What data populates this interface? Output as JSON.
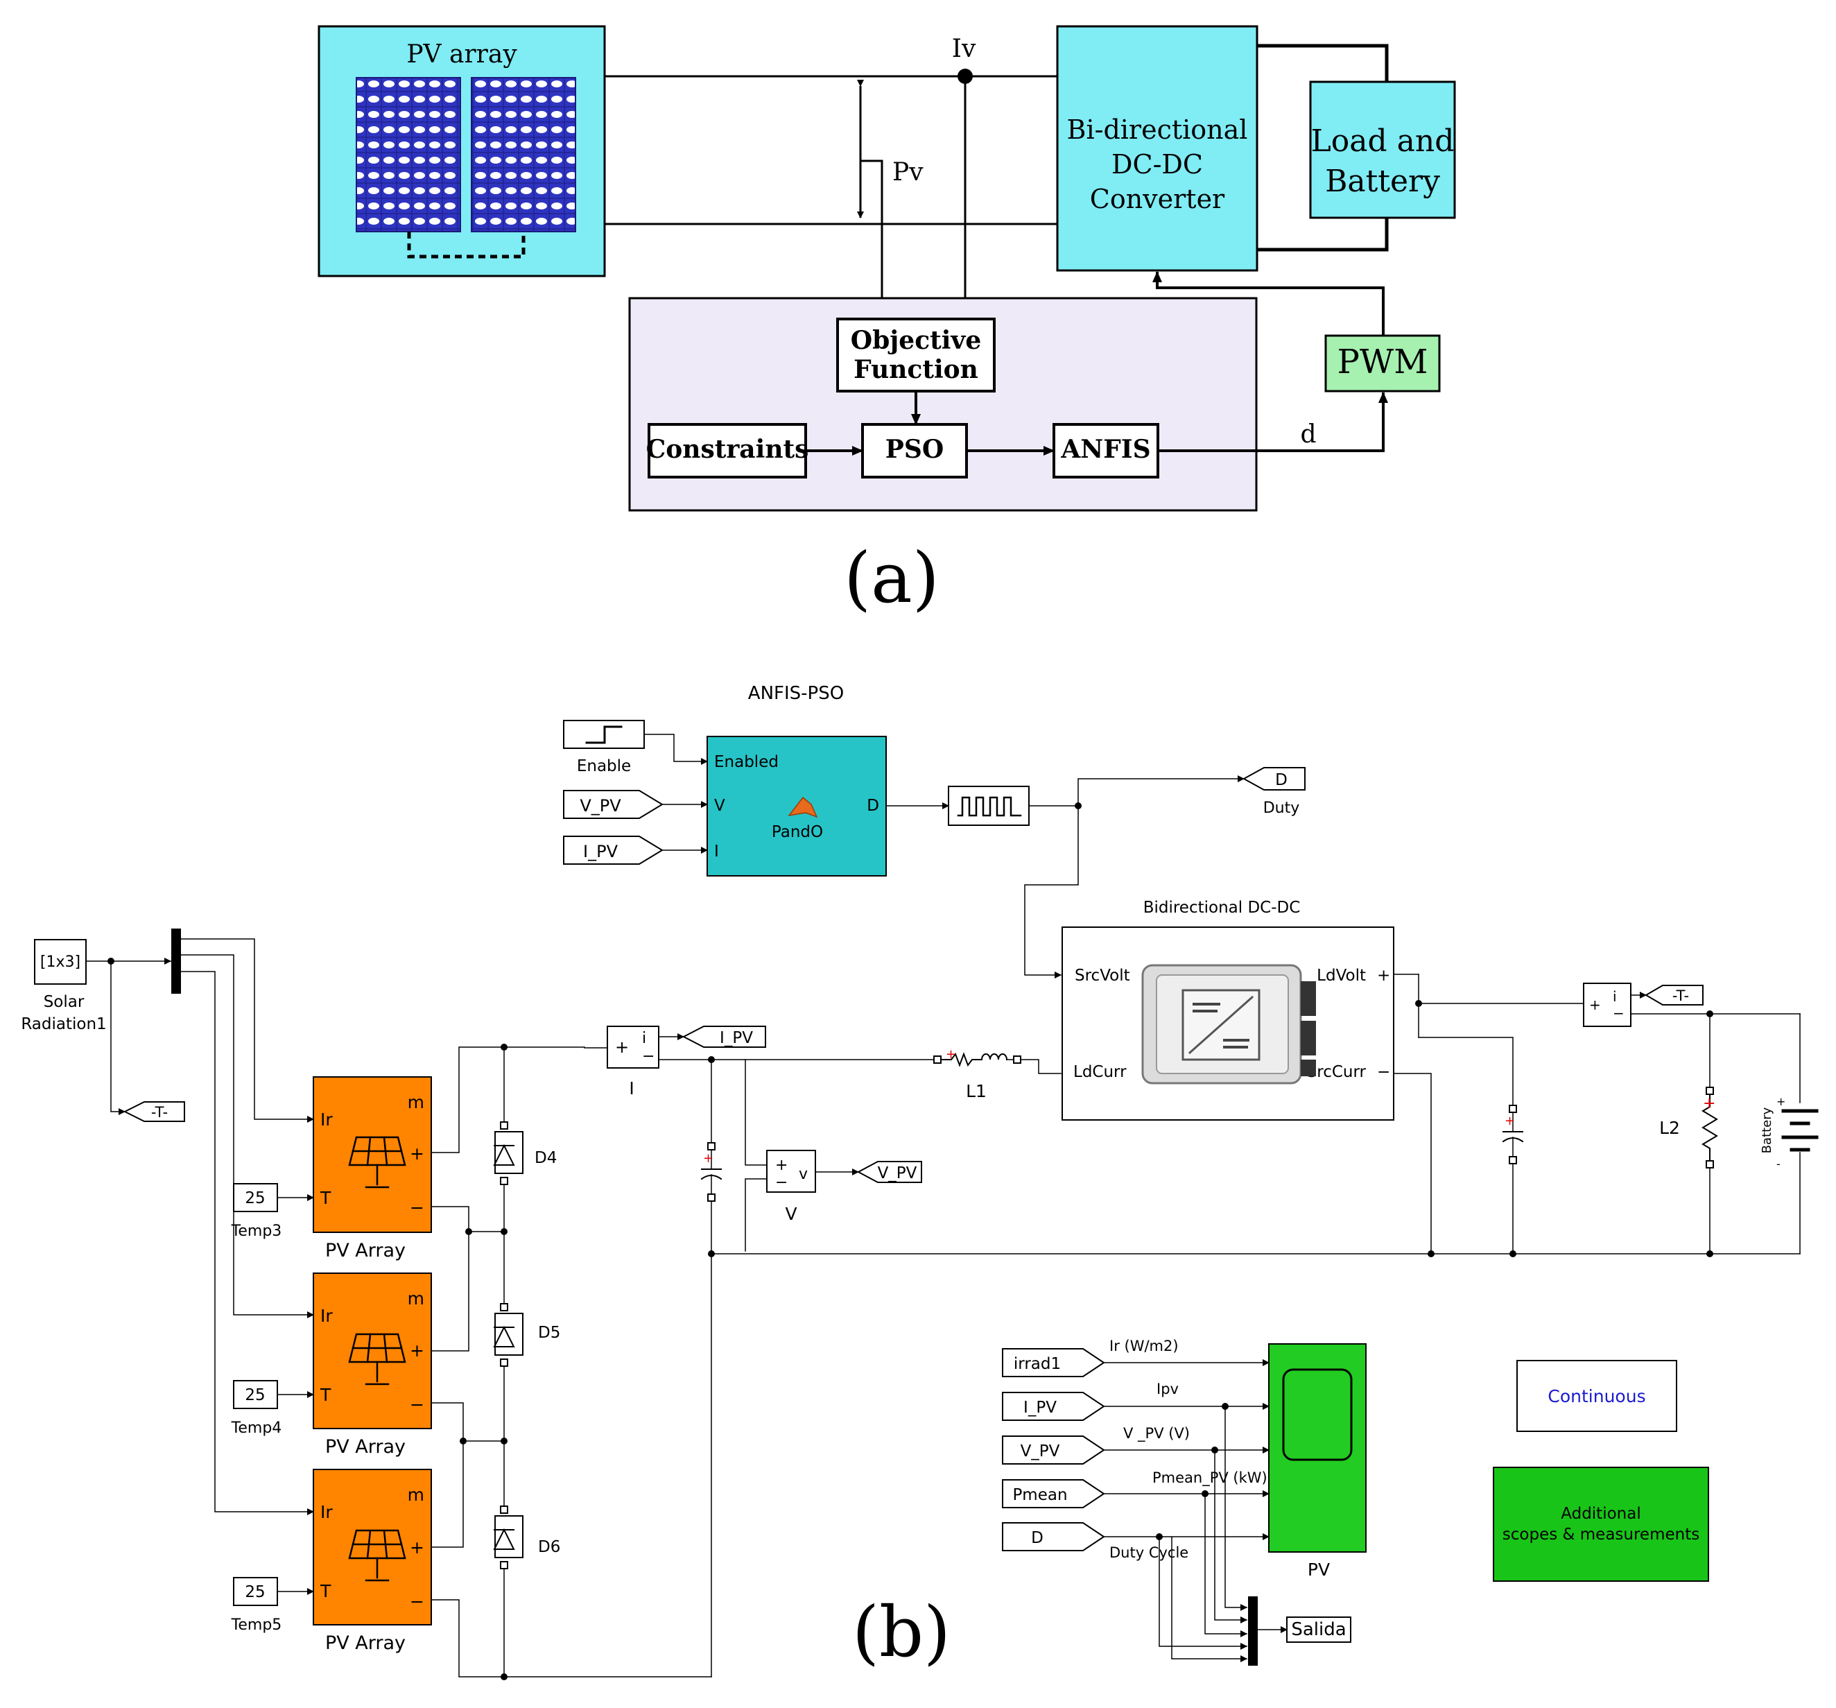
{
  "panel_a": {
    "caption": "(a)",
    "pv_array_label": "PV array",
    "iv_label": "Iv",
    "pv_label": "Pv",
    "converter_line1": "Bi-directional",
    "converter_line2": "DC-DC",
    "converter_line3": "Converter",
    "load_line1": "Load and",
    "load_line2": "Battery",
    "objective_line1": "Objective",
    "objective_line2": "Function",
    "constraints_label": "Constraints",
    "pso_label": "PSO",
    "anfis_label": "ANFIS",
    "pwm_label": "PWM",
    "d_label": "d"
  },
  "panel_b": {
    "caption": "(b)",
    "anfis_title": "ANFIS-PSO",
    "enable_label": "Enable",
    "vpv_tag": "V_PV",
    "ipv_tag": "I_PV",
    "port_enabled": "Enabled",
    "port_v": "V",
    "port_i": "I",
    "port_d": "D",
    "pando_label": "PandO",
    "duty_tag": "D",
    "duty_label": "Duty",
    "bidir_title": "Bidirectional DC-DC",
    "port_srcvolt": "SrcVolt",
    "port_ldcurr": "LdCurr",
    "port_ldvolt": "LdVolt",
    "port_srccurr": "SrcCurr",
    "solar_value": "[1x3]",
    "solar_label_1": "Solar",
    "solar_label_2": "Radiation1",
    "goto_t": "-T-",
    "temp3_value": "25",
    "temp3_label": "Temp3",
    "temp4_value": "25",
    "temp4_label": "Temp4",
    "temp5_value": "25",
    "temp5_label": "Temp5",
    "pv_array_label": "PV Array",
    "pv_ir": "Ir",
    "pv_t": "T",
    "pv_m": "m",
    "pv_plus": "+",
    "pv_minus": "−",
    "d4": "D4",
    "d5": "D5",
    "d6": "D6",
    "i_meas_label": "I",
    "v_meas_label": "V",
    "meas_i": "i",
    "meas_v": "v",
    "l1_label": "L1",
    "l2_label": "L2",
    "battery_label": "Battery",
    "irrad_tag": "irrad1",
    "pmean_tag": "Pmean",
    "scope_label_ir": "Ir (W/m2)",
    "scope_label_ipv": "Ipv",
    "scope_label_vpv": "V _PV (V)",
    "scope_label_pmean": "Pmean_PV (kW)",
    "scope_label_duty": "Duty Cycle",
    "scope_title": "PV",
    "salida_label": "Salida",
    "continuous_label": "Continuous",
    "additional_line1": "Additional",
    "additional_line2": "scopes & measurements"
  },
  "colors": {
    "cyan_box": "#80ecf4",
    "lavender_box": "#efeaf8",
    "pwm_green": "#a6f0b0",
    "anfis_teal": "#27c4c7",
    "pv_orange": "#ff8400",
    "scope_green": "#22cc22",
    "additional_green": "#19c419",
    "panel_blue": "#2323b8",
    "continuous_text": "#1a1ad0"
  }
}
